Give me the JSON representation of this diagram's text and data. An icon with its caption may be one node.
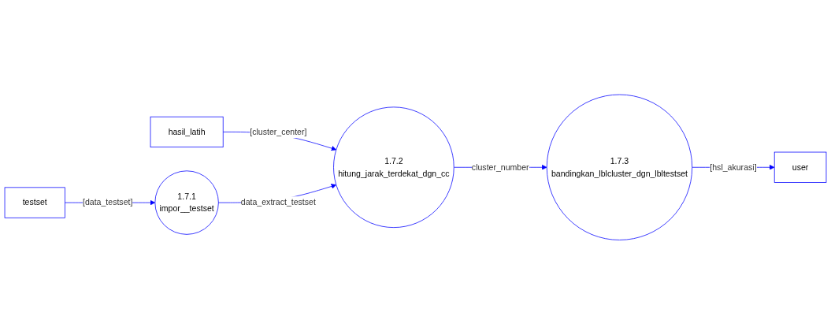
{
  "diagram": {
    "nodes": [
      {
        "text": [
          "testset"
        ]
      },
      {
        "text": [
          "hasil_latih"
        ]
      },
      {
        "text": [
          "1.7.1",
          "impor__testset"
        ]
      },
      {
        "text": [
          "1.7.2",
          "hitung_jarak_terdekat_dgn_cc"
        ]
      },
      {
        "text": [
          "1.7.3",
          "bandingkan_lblcluster_dgn_lbltestset"
        ]
      },
      {
        "text": [
          "user"
        ]
      }
    ],
    "edges": [
      {
        "from": 0,
        "to": 2,
        "label": "[data_testset]",
        "arrow": "to"
      },
      {
        "from": 1,
        "to": 3,
        "label": "[cluster_center]",
        "arrow": "to"
      },
      {
        "from": 2,
        "to": 3,
        "label": "data_extract_testset",
        "arrow": "to"
      },
      {
        "from": 3,
        "to": 4,
        "label": "cluster_number",
        "arrow": "to"
      },
      {
        "from": 4,
        "to": 5,
        "label": "[hsl_akurasi]",
        "arrow": "to"
      }
    ]
  }
}
